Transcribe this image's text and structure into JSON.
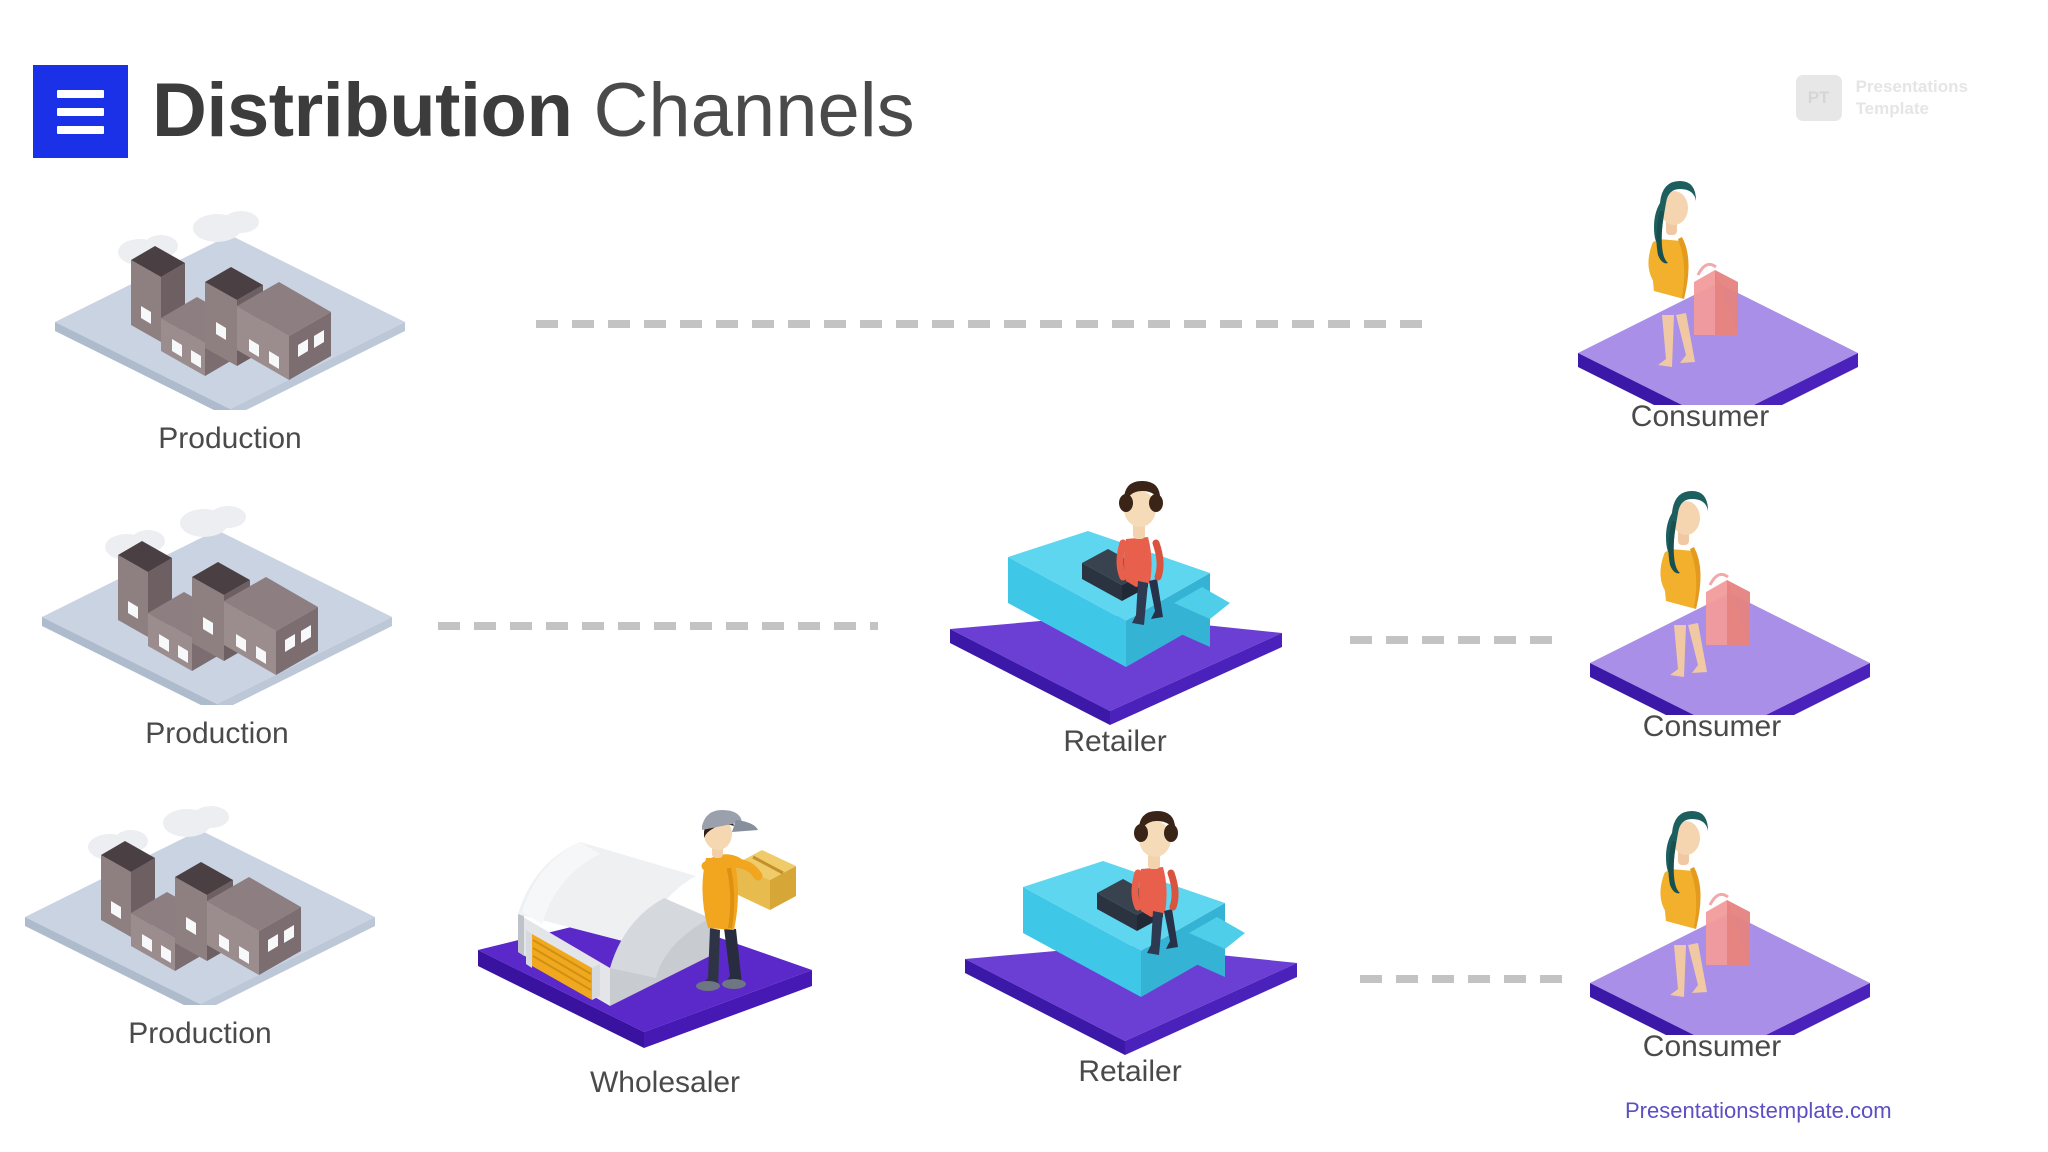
{
  "header": {
    "menu_icon": "hamburger-icon",
    "title_bold": "Distribution",
    "title_light": "Channels",
    "accent_color": "#1B31E8"
  },
  "brand": {
    "mark": "PT",
    "line1": "Presentations",
    "line2": "Template"
  },
  "footer": {
    "link": "Presentationstemplate.com",
    "color": "#5a4fc4"
  },
  "diagram": {
    "type": "flow",
    "label_color": "#4a4a4a",
    "connector_color": "#c3c3c3",
    "rows": [
      {
        "name": "direct-channel",
        "nodes": [
          {
            "key": "production",
            "label": "Production",
            "icon": "factory-icon",
            "platform": "#c9d3e1"
          },
          {
            "key": "consumer",
            "label": "Consumer",
            "icon": "shopper-icon",
            "platform": "#a98fe8"
          }
        ],
        "connectors": 1
      },
      {
        "name": "one-level-channel",
        "nodes": [
          {
            "key": "production",
            "label": "Production",
            "icon": "factory-icon",
            "platform": "#c9d3e1"
          },
          {
            "key": "retailer",
            "label": "Retailer",
            "icon": "counter-icon",
            "platform": "#6b3fd4"
          },
          {
            "key": "consumer",
            "label": "Consumer",
            "icon": "shopper-icon",
            "platform": "#a98fe8"
          }
        ],
        "connectors": 2
      },
      {
        "name": "two-level-channel",
        "nodes": [
          {
            "key": "production",
            "label": "Production",
            "icon": "factory-icon",
            "platform": "#c9d3e1"
          },
          {
            "key": "wholesaler",
            "label": "Wholesaler",
            "icon": "warehouse-icon",
            "platform": "#5b28c9"
          },
          {
            "key": "retailer",
            "label": "Retailer",
            "icon": "counter-icon",
            "platform": "#6b3fd4"
          },
          {
            "key": "consumer",
            "label": "Consumer",
            "icon": "shopper-icon",
            "platform": "#a98fe8"
          }
        ],
        "connectors": 1
      }
    ]
  }
}
